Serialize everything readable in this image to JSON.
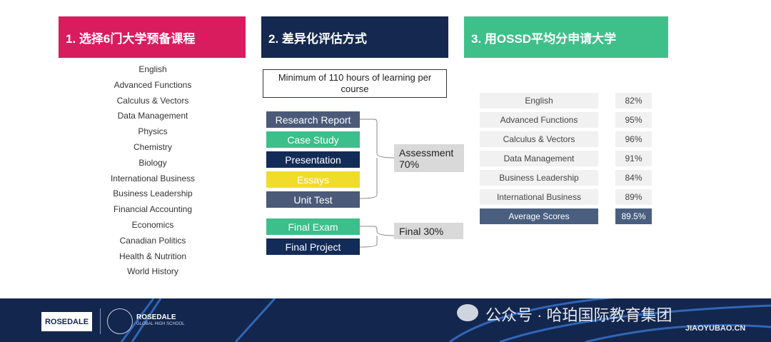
{
  "headers": [
    "1. 选择6门大学预备课程",
    "2. 差异化评估方式",
    "3. 用OSSD平均分申请大学"
  ],
  "courses": [
    "English",
    "Advanced Functions",
    "Calculus & Vectors",
    "Data Management",
    "Physics",
    "Chemistry",
    "Biology",
    "International Business",
    "Business Leadership",
    "Financial Accounting",
    "Economics",
    "Canadian Politics",
    "Health & Nutrition",
    "World History"
  ],
  "minimum": "Minimum of 110 hours of learning per course",
  "assessments": [
    {
      "label": "Research Report",
      "color": "#4a5a78"
    },
    {
      "label": "Case Study",
      "color": "#3cbf8a"
    },
    {
      "label": "Presentation",
      "color": "#132c57"
    },
    {
      "label": "Essays",
      "color": "#f0dc2a"
    },
    {
      "label": "Unit Test",
      "color": "#4a5a78"
    }
  ],
  "finals": [
    {
      "label": "Final Exam",
      "color": "#3cbf8a"
    },
    {
      "label": "Final Project",
      "color": "#132c57"
    }
  ],
  "assessment_weight": "Assessment 70%",
  "final_weight": "Final 30%",
  "scores": [
    {
      "subject": "English",
      "score": "82%"
    },
    {
      "subject": "Advanced Functions",
      "score": "95%"
    },
    {
      "subject": "Calculus & Vectors",
      "score": "96%"
    },
    {
      "subject": "Data Management",
      "score": "91%"
    },
    {
      "subject": "Business Leadership",
      "score": "84%"
    },
    {
      "subject": "International Business",
      "score": "89%"
    }
  ],
  "average": {
    "label": "Average Scores",
    "score": "89.5%"
  },
  "footer": {
    "logo1": "ROSEDALE",
    "logo2_title": "ROSEDALE",
    "logo2_sub": "GLOBAL HIGH SCHOOL",
    "watermark": "公众号 · 哈珀国际教育集团",
    "watermark_site": "JIAOYUBAO.CN"
  }
}
